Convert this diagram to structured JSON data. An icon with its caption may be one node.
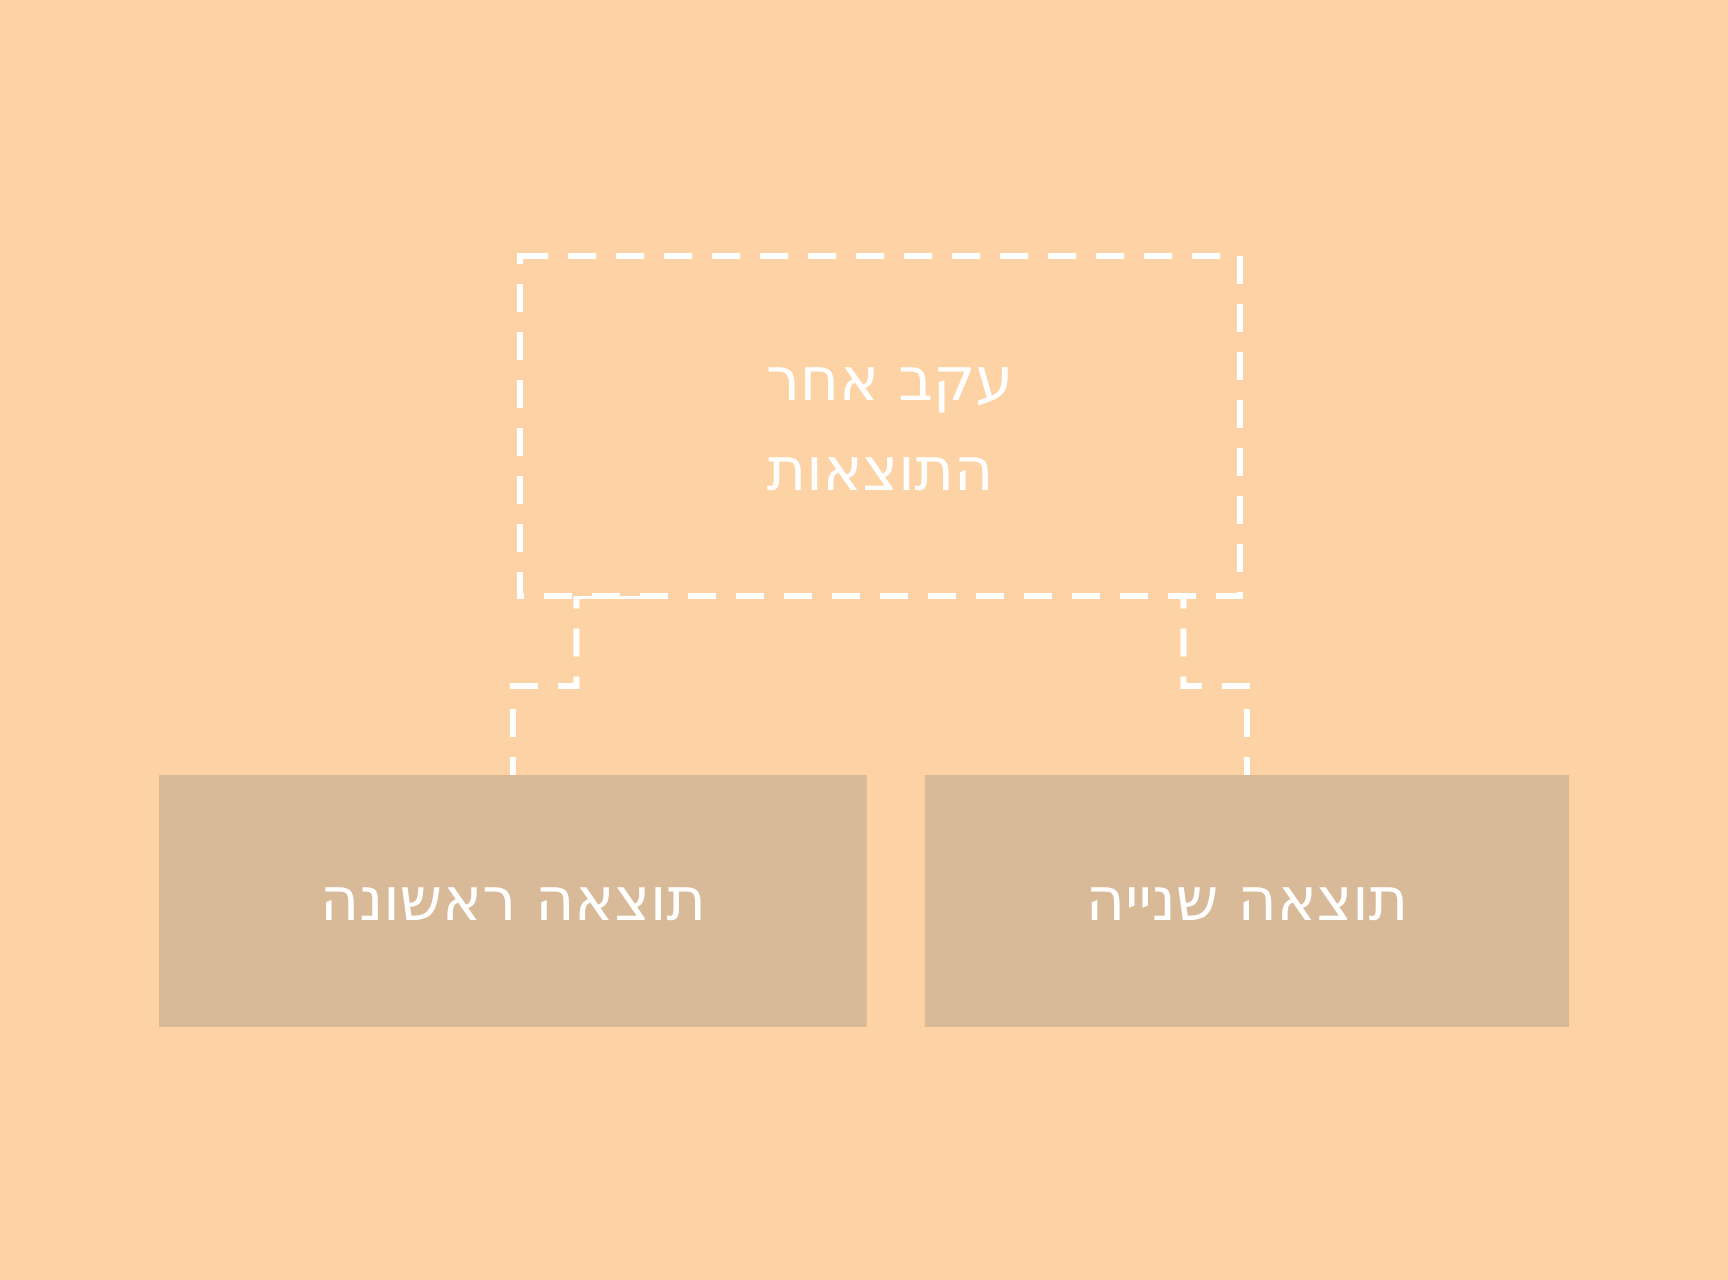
{
  "diagram": {
    "nodes": [
      {
        "text": [
          "עקב אחר התוצאות"
        ]
      },
      {
        "text": [
          "תוצאה ראשונה"
        ]
      },
      {
        "text": [
          "תוצאה שנייה"
        ]
      }
    ],
    "edges": [
      {
        "from": 0,
        "to": 1,
        "arrow": "none",
        "style": "dashed"
      },
      {
        "from": 0,
        "to": 2,
        "arrow": "none",
        "style": "dashed"
      }
    ]
  }
}
